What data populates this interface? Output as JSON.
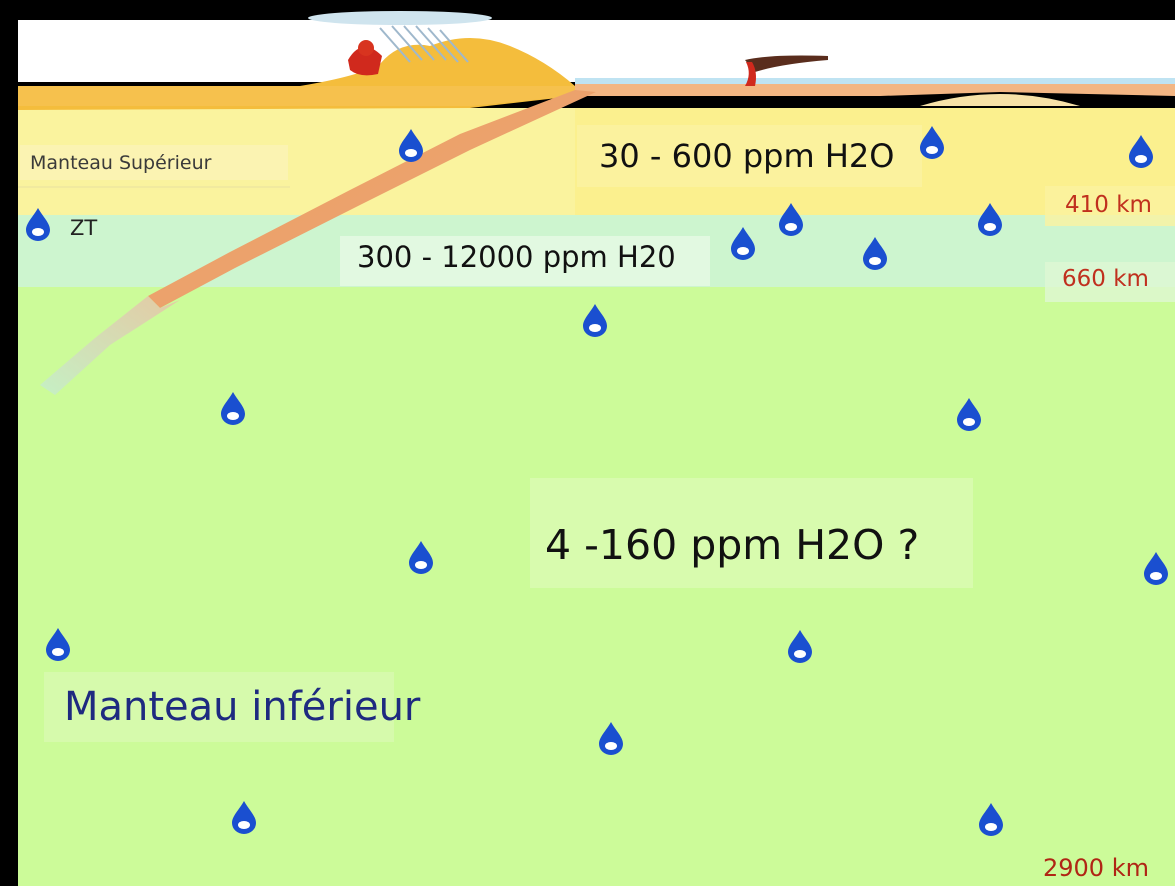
{
  "layers": {
    "upper_mantle_label": "Manteau Supérieur",
    "transition_zone_label": "ZT",
    "lower_mantle_label": "Manteau inférieur"
  },
  "water_contents": {
    "upper_mantle": "30 - 600 ppm H2O",
    "transition_zone": "300 - 12000 ppm H20",
    "lower_mantle": "4 -160 ppm H2O ?"
  },
  "depths": {
    "d410": "410 km",
    "d660": "660 km",
    "d2900": "2900 km"
  },
  "colors": {
    "background": "#000000",
    "ocean": "#bfe3f2",
    "crust": "#f3b84a",
    "upper_mantle": "#f9f39a",
    "transition_zone": "#ccf6cc",
    "lower_mantle": "#ccfb99",
    "slab": "#ee9a4e",
    "water_drop": "#1a4fd0",
    "depth_label": "#c0301e"
  },
  "icons": {
    "water_drop": "water-drop-icon",
    "volcano": "volcano-icon",
    "rain_cloud": "rain-cloud-icon",
    "ridge_plume": "ridge-plume-icon"
  }
}
